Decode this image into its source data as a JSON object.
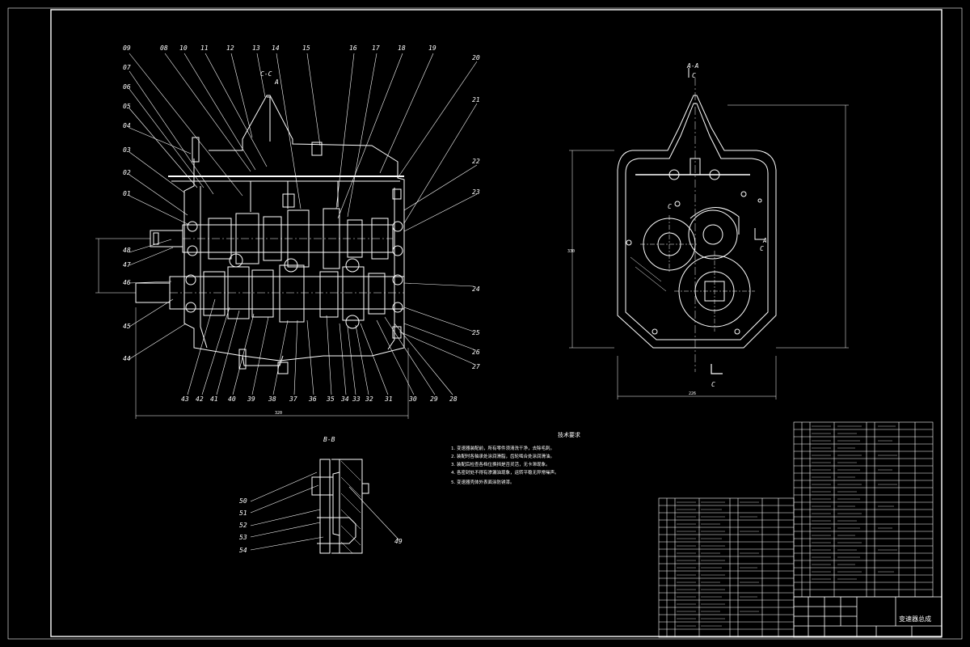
{
  "colors": {
    "background": "#000000",
    "line": "#ffffff",
    "label": "#ffffff"
  },
  "views": {
    "main_view_title": "C-C",
    "main_view_title_arrow": "A",
    "side_view_title": "A-A",
    "section_b_title": "B-B",
    "dim_width_main": "320",
    "dim_width_side": "226",
    "dim_height_side": "330",
    "side_view_marks": [
      "C",
      "C",
      "A",
      "C",
      "C"
    ]
  },
  "balloons_top": [
    "09",
    "07",
    "06",
    "05",
    "04",
    "03",
    "02",
    "01",
    "08",
    "10",
    "11",
    "12",
    "13",
    "14",
    "15",
    "16",
    "17",
    "18",
    "19",
    "20",
    "21",
    "22",
    "23"
  ],
  "balloons_left": [
    "48",
    "47",
    "46",
    "45",
    "44"
  ],
  "balloons_bottom": [
    "43",
    "42",
    "41",
    "40",
    "39",
    "38",
    "37",
    "36",
    "35",
    "34",
    "33",
    "32",
    "31",
    "30",
    "29",
    "28",
    "27",
    "26",
    "25",
    "24"
  ],
  "balloons_section": [
    "50",
    "51",
    "52",
    "53",
    "54",
    "49"
  ],
  "technical_requirements": {
    "heading": "技术要求",
    "items": [
      "1. 变速器装配前，所有零件须清洗干净，去除毛刺。",
      "2. 装配时各轴承处涂润滑脂，齿轮啮合处涂润滑油。",
      "3. 装配后检查各档位换挡是否灵活，无卡滞现象。",
      "4. 各密封处不得有渗漏油现象，运转平稳无异常噪声。",
      "5. 变速器壳体外表面涂防锈漆。"
    ]
  },
  "title_block": {
    "drawing_name": "变速器总成"
  }
}
